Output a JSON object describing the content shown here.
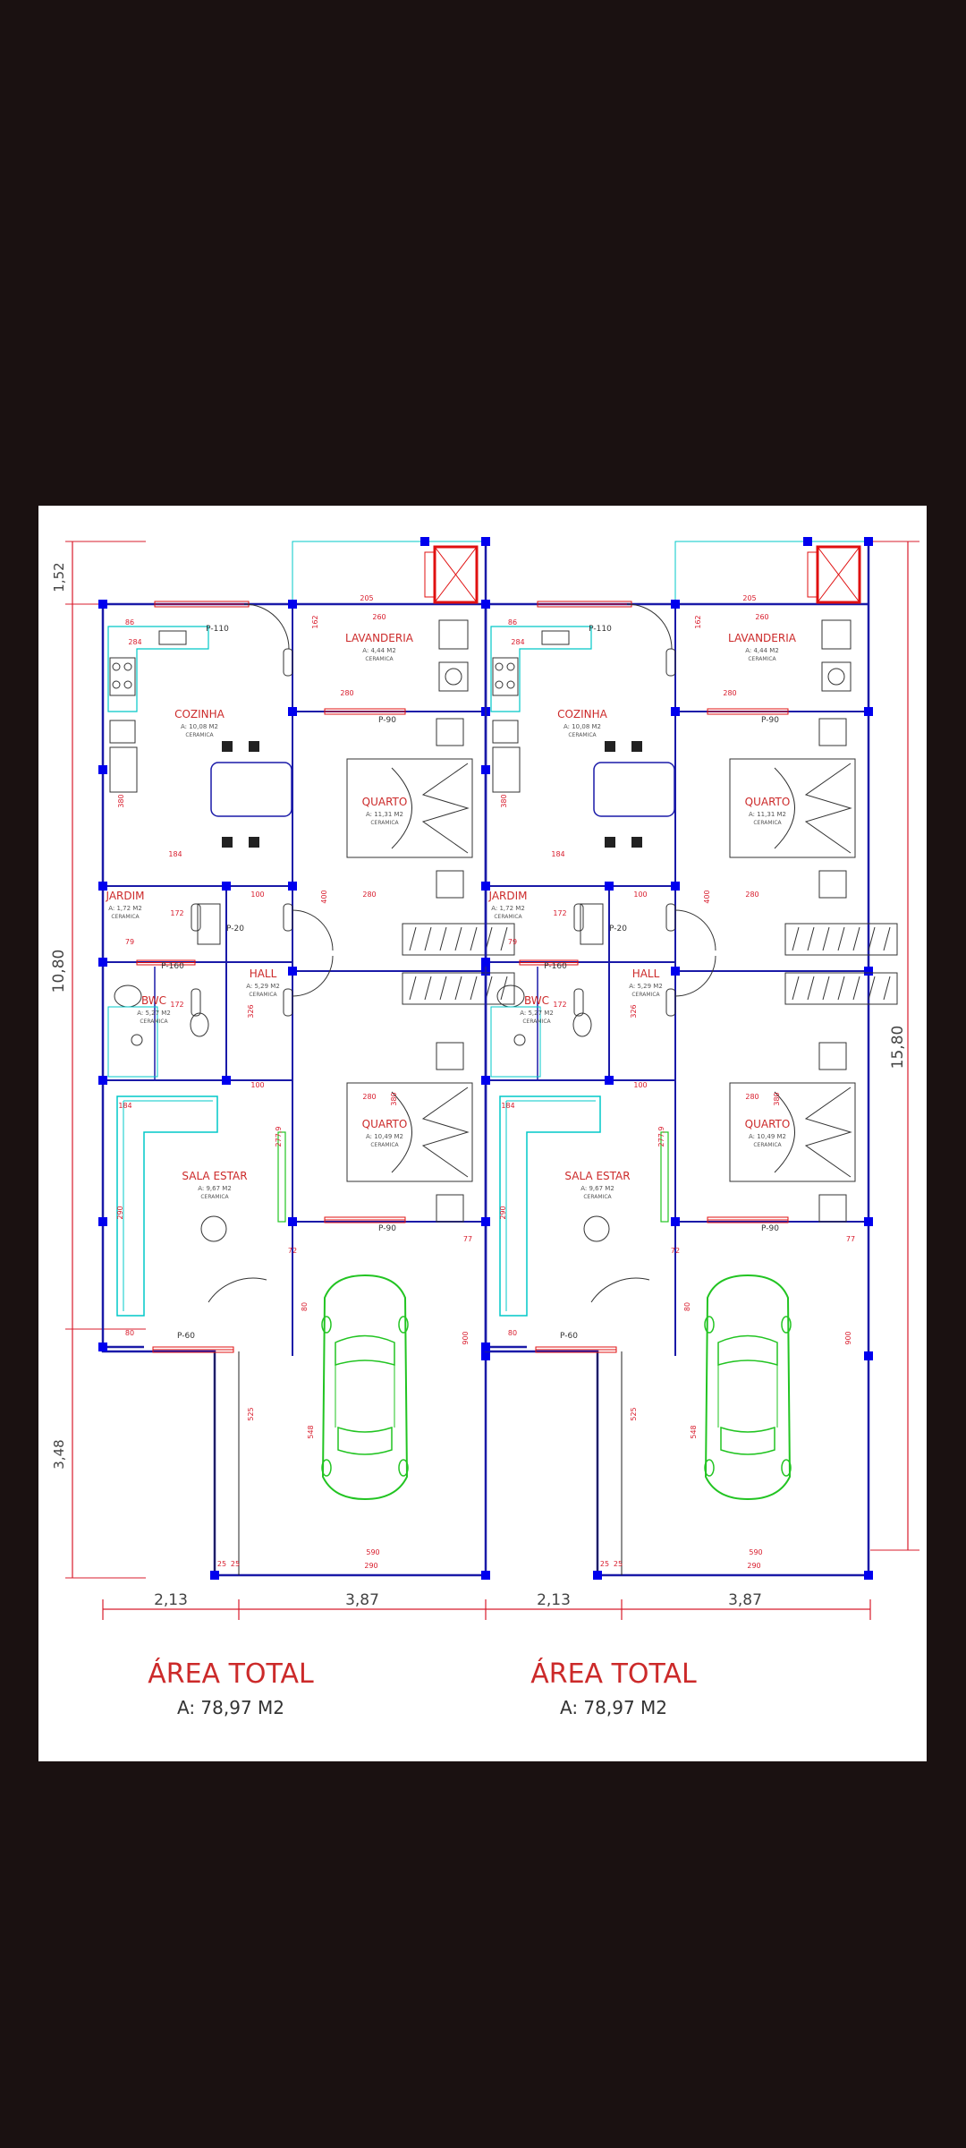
{
  "colors": {
    "background": "#1a1111",
    "paper": "#ffffff",
    "wall": "#1a1aa8",
    "pillar": "#0000ee",
    "dimension": "#d81c2c",
    "room_label": "#cc2a2a",
    "fixture": "#00c8c8",
    "car": "#22c422",
    "window": "#e01010"
  },
  "units": [
    {
      "rooms": [
        {
          "name": "LAVANDERIA",
          "area": "A: 4,44 M2",
          "finish": "CERAMICA"
        },
        {
          "name": "COZINHA",
          "area": "A: 10,08 M2",
          "finish": "CERAMICA"
        },
        {
          "name": "QUARTO",
          "area": "A: 11,31 M2",
          "finish": "CERAMICA"
        },
        {
          "name": "JARDIM",
          "area": "A: 1,72 M2",
          "finish": "CERAMICA"
        },
        {
          "name": "HALL",
          "area": "A: 5,29 M2",
          "finish": "CERAMICA"
        },
        {
          "name": "BWC",
          "area": "A: 5,27 M2",
          "finish": "CERAMICA"
        },
        {
          "name": "QUARTO",
          "area": "A: 10,49 M2",
          "finish": "CERAMICA"
        },
        {
          "name": "SALA ESTAR",
          "area": "A: 9,67 M2",
          "finish": "CERAMICA"
        }
      ],
      "doors": [
        "P-110",
        "P-90",
        "P-160",
        "P-20",
        "P-90",
        "P-60"
      ],
      "dimensions": [
        "86",
        "205",
        "260",
        "162",
        "284",
        "280",
        "380",
        "184",
        "100",
        "400",
        "280",
        "172",
        "79",
        "172",
        "326",
        "100",
        "184",
        "277,9",
        "280",
        "380",
        "80",
        "72",
        "77",
        "80",
        "900",
        "525",
        "590",
        "290",
        "25",
        "25",
        "548",
        "290"
      ],
      "total_label": "ÁREA TOTAL",
      "total_area": "A: 78,97 M2"
    },
    {
      "rooms": [
        {
          "name": "LAVANDERIA",
          "area": "A: 4,44 M2",
          "finish": "CERAMICA"
        },
        {
          "name": "COZINHA",
          "area": "A: 10,08 M2",
          "finish": "CERAMICA"
        },
        {
          "name": "QUARTO",
          "area": "A: 11,31 M2",
          "finish": "CERAMICA"
        },
        {
          "name": "JARDIM",
          "area": "A: 1,72 M2",
          "finish": "CERAMICA"
        },
        {
          "name": "HALL",
          "area": "A: 5,29 M2",
          "finish": "CERAMICA"
        },
        {
          "name": "BWC",
          "area": "A: 5,27 M2",
          "finish": "CERAMICA"
        },
        {
          "name": "QUARTO",
          "area": "A: 10,49 M2",
          "finish": "CERAMICA"
        },
        {
          "name": "SALA ESTAR",
          "area": "A: 9,67 M2",
          "finish": "CERAMICA"
        }
      ],
      "doors": [
        "P-110",
        "P-90",
        "P-160",
        "P-20",
        "P-90",
        "P-60"
      ],
      "dimensions": [
        "86",
        "205",
        "260",
        "162",
        "284",
        "280",
        "380",
        "184",
        "100",
        "400",
        "280",
        "172",
        "79",
        "172",
        "326",
        "100",
        "184",
        "277,9",
        "280",
        "380",
        "80",
        "72",
        "77",
        "80",
        "900",
        "525",
        "590",
        "290",
        "25",
        "25",
        "548",
        "290"
      ],
      "total_label": "ÁREA TOTAL",
      "total_area": "A: 78,97 M2"
    }
  ],
  "overall_dimensions": {
    "left_top": "1,52",
    "left_middle": "10,80",
    "left_bottom": "3,48",
    "right": "15,80",
    "bottom": [
      "2,13",
      "3,87",
      "2,13",
      "3,87"
    ]
  }
}
